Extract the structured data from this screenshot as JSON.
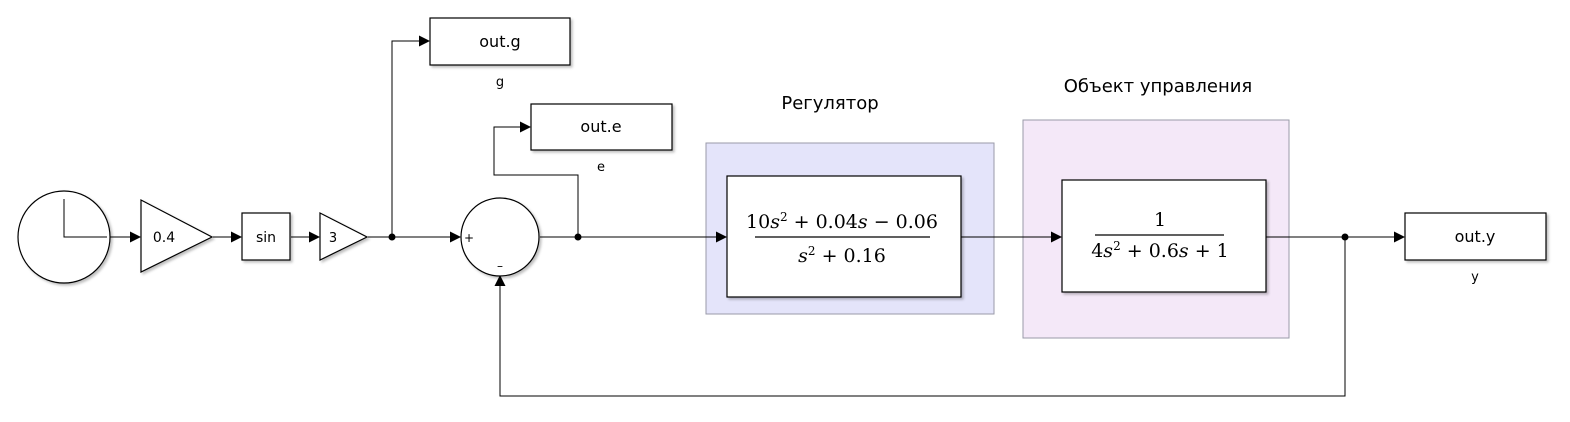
{
  "colors": {
    "controller_area": "#e4e4fa",
    "plant_area": "#f4e8f8",
    "area_border": "#9a9aa8",
    "line": "#000000",
    "block_fill": "#ffffff"
  },
  "blocks": {
    "clock": {
      "icon": "clock-icon"
    },
    "gain1": {
      "label": "0.4"
    },
    "sin": {
      "label": "sin"
    },
    "gain2": {
      "label": "3"
    },
    "sum": {
      "plus": "+",
      "minus": "–"
    },
    "out_g": {
      "label": "out.g",
      "signal": "g"
    },
    "out_e": {
      "label": "out.e",
      "signal": "e"
    },
    "out_y": {
      "label": "out.y",
      "signal": "y"
    }
  },
  "areas": {
    "controller": {
      "title": "Регулятор",
      "tf": {
        "num": [
          "10",
          "s",
          "2",
          " + 0.04",
          "s",
          " − 0.06"
        ],
        "den": [
          "s",
          "2",
          " + 0.16"
        ]
      }
    },
    "plant": {
      "title": "Объект управления",
      "tf": {
        "num": [
          "1"
        ],
        "den": [
          "4",
          "s",
          "2",
          " + 0.6",
          "s",
          " + 1"
        ]
      }
    }
  }
}
